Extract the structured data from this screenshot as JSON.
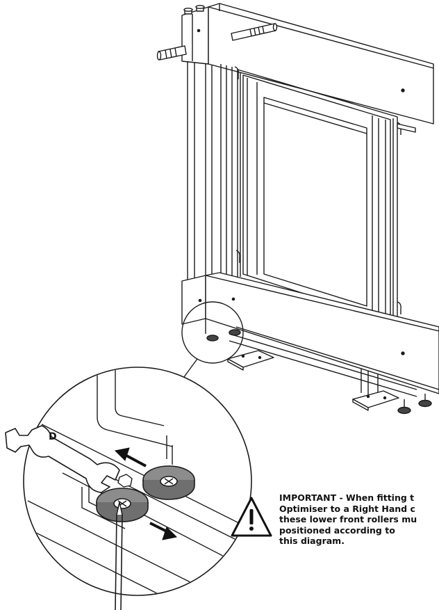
{
  "diagram": {
    "part_label": "D",
    "note_lines": [
      "IMPORTANT - When fitting t",
      "Optimiser to a Right Hand c",
      "these lower front rollers mu",
      "positioned according to",
      "this diagram."
    ],
    "colors": {
      "line": "#1a1a1a",
      "roller": "#8c8c8c",
      "arrow": "#111111",
      "background": "#ffffff"
    },
    "icons": [
      "warning-icon",
      "double-arrow-icon",
      "arrow-icon",
      "spanner-icon",
      "screwdriver-icon",
      "roller-icon"
    ]
  }
}
